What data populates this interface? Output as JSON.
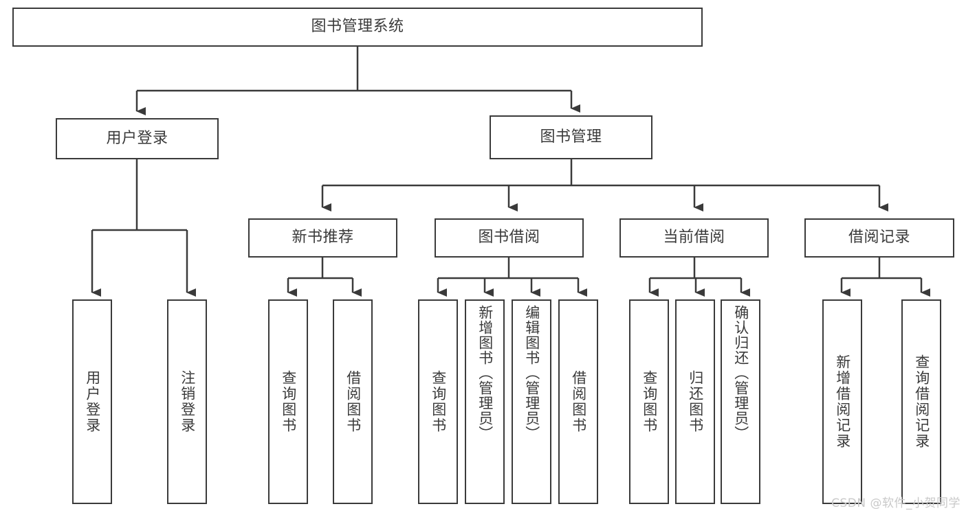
{
  "diagram": {
    "title": "图书管理系统",
    "type": "tree",
    "colors": {
      "stroke": "#3a3a3a",
      "fill": "#ffffff",
      "text": "#3a3a3a",
      "watermark": "#c9c9c9"
    },
    "watermark": "CSDN @软件_小贺同学",
    "root": {
      "label": "图书管理系统"
    },
    "level2": [
      {
        "label": "用户登录"
      },
      {
        "label": "图书管理"
      }
    ],
    "level3": [
      {
        "label": "新书推荐"
      },
      {
        "label": "图书借阅"
      },
      {
        "label": "当前借阅"
      },
      {
        "label": "借阅记录"
      }
    ],
    "leaves": {
      "user_login": [
        {
          "label": "用户登录"
        },
        {
          "label": "注销登录"
        }
      ],
      "new_book_recommend": [
        {
          "label": "查询图书"
        },
        {
          "label": "借阅图书"
        }
      ],
      "book_borrow": [
        {
          "label": "查询图书"
        },
        {
          "label": "新增图书（管理员）"
        },
        {
          "label": "编辑图书（管理员）"
        },
        {
          "label": "借阅图书"
        }
      ],
      "current_borrow": [
        {
          "label": "查询图书"
        },
        {
          "label": "归还图书"
        },
        {
          "label": "确认归还（管理员）"
        }
      ],
      "borrow_record": [
        {
          "label": "新增借阅记录"
        },
        {
          "label": "查询借阅记录"
        }
      ]
    }
  }
}
